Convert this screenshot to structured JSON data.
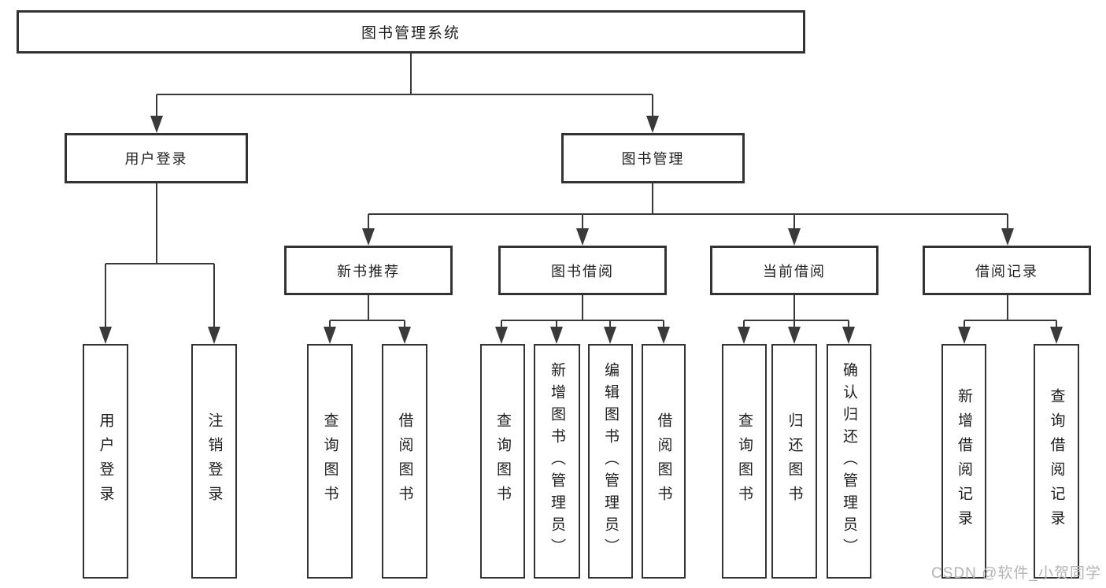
{
  "diagram": {
    "line_color": "#3a3a3a",
    "border_color": "#333333",
    "watermark": {
      "text": "CSDN @软件_小贺同学",
      "color": "#b4b4b4"
    },
    "tree": {
      "label": "图书管理系统",
      "children": [
        {
          "label": "用户登录",
          "children": [
            {
              "label": "用户登录"
            },
            {
              "label": "注销登录"
            }
          ]
        },
        {
          "label": "图书管理",
          "children": [
            {
              "label": "新书推荐",
              "children": [
                {
                  "label": "查询图书"
                },
                {
                  "label": "借阅图书"
                }
              ]
            },
            {
              "label": "图书借阅",
              "children": [
                {
                  "label": "查询图书"
                },
                {
                  "label": "新增图书（管理员）"
                },
                {
                  "label": "编辑图书（管理员）"
                },
                {
                  "label": "借阅图书"
                }
              ]
            },
            {
              "label": "当前借阅",
              "children": [
                {
                  "label": "查询图书"
                },
                {
                  "label": "归还图书"
                },
                {
                  "label": "确认归还（管理员）"
                }
              ]
            },
            {
              "label": "借阅记录",
              "children": [
                {
                  "label": "新增借阅记录"
                },
                {
                  "label": "查询借阅记录"
                }
              ]
            }
          ]
        }
      ]
    }
  }
}
